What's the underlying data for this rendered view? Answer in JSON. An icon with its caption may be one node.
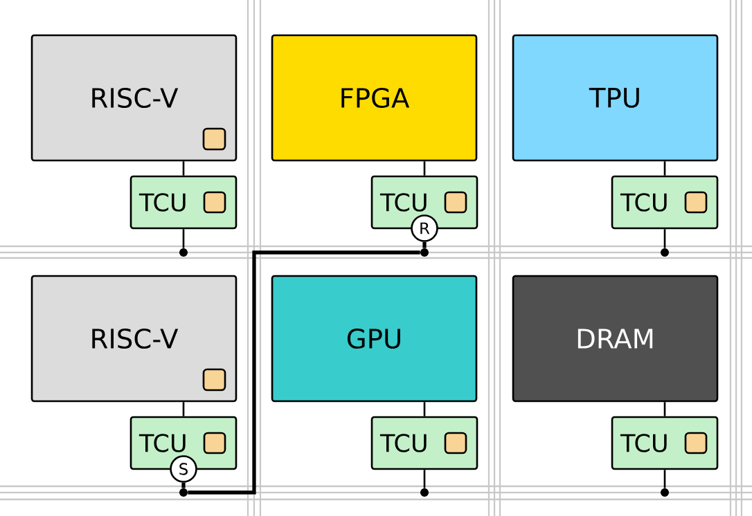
{
  "diagram": {
    "nodes": [
      {
        "text": [
          "RISC-V"
        ]
      },
      {
        "text": [
          "TCU"
        ]
      },
      {
        "text": [
          "FPGA"
        ]
      },
      {
        "text": [
          "TCU"
        ]
      },
      {
        "text": [
          "R"
        ]
      },
      {
        "text": [
          "TPU"
        ]
      },
      {
        "text": [
          "TCU"
        ]
      },
      {
        "text": [
          "RISC-V"
        ]
      },
      {
        "text": [
          "TCU"
        ]
      },
      {
        "text": [
          "S"
        ]
      },
      {
        "text": [
          "GPU"
        ]
      },
      {
        "text": [
          "TCU"
        ]
      },
      {
        "text": [
          "DRAM"
        ]
      },
      {
        "text": [
          "TCU"
        ]
      },
      {
        "text": [],
        "shape": "circle"
      },
      {
        "text": [],
        "shape": "circle"
      },
      {
        "text": [],
        "shape": "circle"
      },
      {
        "text": [],
        "shape": "circle"
      },
      {
        "text": [],
        "shape": "circle"
      },
      {
        "text": [],
        "shape": "circle"
      }
    ],
    "edges": [
      {
        "from": 0,
        "to": 1,
        "arrow": "none"
      },
      {
        "from": 1,
        "to": 14,
        "arrow": "none"
      },
      {
        "from": 2,
        "to": 3,
        "arrow": "none"
      },
      {
        "from": 4,
        "to": 15,
        "arrow": "none",
        "style": "thick"
      },
      {
        "from": 5,
        "to": 6,
        "arrow": "none"
      },
      {
        "from": 6,
        "to": 16,
        "arrow": "none"
      },
      {
        "from": 7,
        "to": 8,
        "arrow": "none"
      },
      {
        "from": 9,
        "to": 17,
        "arrow": "none",
        "style": "thick"
      },
      {
        "from": 10,
        "to": 11,
        "arrow": "none"
      },
      {
        "from": 11,
        "to": 18,
        "arrow": "none"
      },
      {
        "from": 12,
        "to": 13,
        "arrow": "none"
      },
      {
        "from": 13,
        "to": 19,
        "arrow": "none"
      },
      {
        "from": 17,
        "to": 15,
        "arrow": "none",
        "style": "thick"
      }
    ]
  }
}
